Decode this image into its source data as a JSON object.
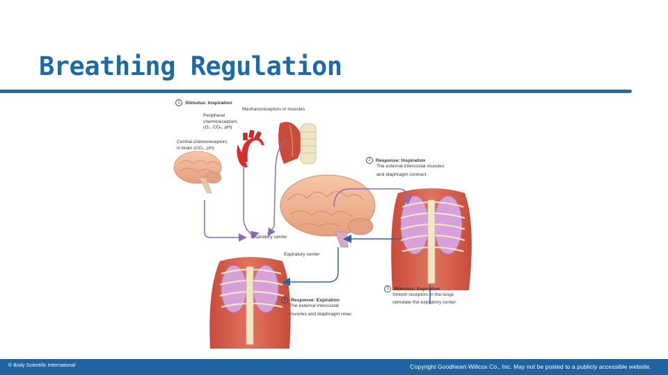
{
  "slide": {
    "title": "Breathing Regulation",
    "footer_left": "© Body Scientific International",
    "footer_right": "Copyright Goodheart-Willcox Co., Inc.  May not be posted to a publicly accessible website."
  },
  "diagram": {
    "step1": {
      "num": "1",
      "title": "Stimulus: Inspiration"
    },
    "mechanoreceptors": "Mechanoreceptors in muscles",
    "peripheral": [
      "Peripheral",
      "chemoreceptors",
      "(O₂, CO₂, pH)"
    ],
    "central": [
      "Central chemoreceptors",
      "in brain (CO₂, pH)"
    ],
    "step2": {
      "num": "2",
      "title": "Response: Inspiration",
      "text": [
        "The external intercostal muscles",
        "and diaphragm contract."
      ]
    },
    "inspiratory_center": "Inspiratory center",
    "expiratory_center": "Expiratory center",
    "step3": {
      "num": "3",
      "title": "Stimulus: Expiration",
      "text": [
        "Stretch receptors in the lungs",
        "stimulate the expiratory center."
      ]
    },
    "step4": {
      "num": "4",
      "title": "Response: Expiration",
      "text": [
        "The external intercostal",
        "muscles and diaphragm relax."
      ]
    },
    "colors": {
      "purple_arrow": "#8d6ab3",
      "blue_arrow": "#2f5fa8",
      "title_blue": "#1e6aa6",
      "footer_blue": "#1e63a2"
    }
  }
}
